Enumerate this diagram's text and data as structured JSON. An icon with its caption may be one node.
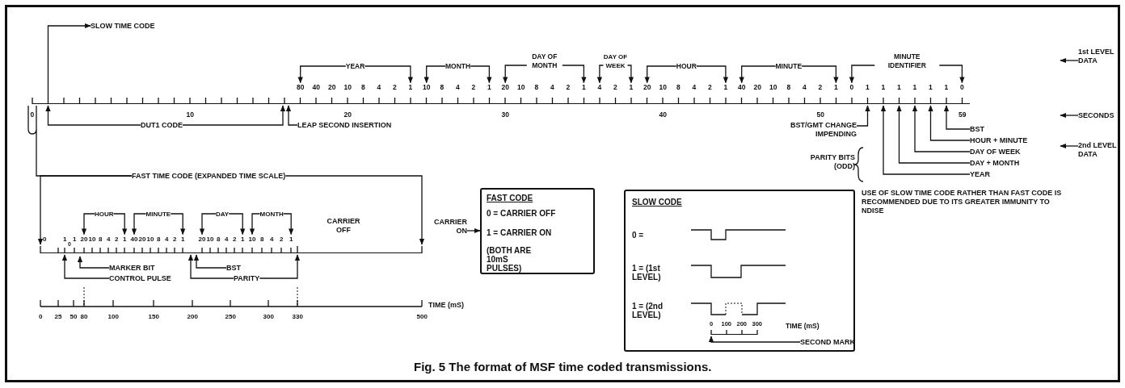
{
  "diagram": {
    "caption": "Fig. 5 The format of MSF time coded transmissions.",
    "nodes": [
      {
        "text": [
          "SLOW TIME CODE"
        ]
      },
      {
        "text": [
          "YEAR"
        ]
      },
      {
        "text": [
          "MONTH"
        ]
      },
      {
        "text": [
          "DAY OF MONTH"
        ]
      },
      {
        "text": [
          "DAY OF WEEK"
        ]
      },
      {
        "text": [
          "HOUR"
        ]
      },
      {
        "text": [
          "MINUTE"
        ]
      },
      {
        "text": [
          "MINUTE IDENTIFIER"
        ]
      },
      {
        "text": [
          "1st LEVEL DATA"
        ]
      },
      {
        "text": [
          "DUT1 CODE"
        ]
      },
      {
        "text": [
          "LEAP SECOND INSERTION"
        ]
      },
      {
        "text": [
          "SECONDS"
        ]
      },
      {
        "text": [
          "BST/GMT CHANGE IMPENDING"
        ]
      },
      {
        "text": [
          "BST"
        ]
      },
      {
        "text": [
          "HOUR + MINUTE"
        ]
      },
      {
        "text": [
          "2nd LEVEL DATA"
        ]
      },
      {
        "text": [
          "DAY OF WEEK"
        ]
      },
      {
        "text": [
          "DAY + MONTH"
        ]
      },
      {
        "text": [
          "YEAR"
        ]
      },
      {
        "text": [
          "FAST TIME CODE (EXPANDED TIME SCALE)"
        ]
      },
      {
        "text": [
          "HOUR"
        ]
      },
      {
        "text": [
          "MINUTE"
        ]
      },
      {
        "text": [
          "DAY"
        ]
      },
      {
        "text": [
          "MONTH"
        ]
      },
      {
        "text": [
          "CARRIER ON"
        ]
      },
      {
        "text": [
          "FAST CODE",
          "0 = CARRIER OFF",
          "1 = CARRIER ON",
          "(BOTH ARE 10mS PULSES)"
        ]
      },
      {
        "text": [
          "SLOW CODE",
          "0 =",
          "1 = (1st LEVEL)",
          "1 = (2nd LEVEL)"
        ]
      },
      {
        "text": [
          "SECOND MARK"
        ],
        "in": 26
      },
      {
        "text": [
          "MARKER BIT"
        ]
      },
      {
        "text": [
          "CONTROL PULSE"
        ]
      },
      {
        "text": [
          "BST"
        ]
      },
      {
        "text": [
          "PARITY"
        ]
      },
      {
        "text": [],
        "shape": "line"
      },
      {
        "text": [],
        "shape": "line"
      },
      {
        "text": [],
        "shape": "line",
        "in": 26
      },
      {
        "text": [
          "80"
        ]
      },
      {
        "text": [
          "1"
        ]
      },
      {
        "text": [
          "10"
        ]
      },
      {
        "text": [
          "1"
        ]
      },
      {
        "text": [
          "20"
        ]
      },
      {
        "text": [
          "1"
        ]
      },
      {
        "text": [
          "4"
        ]
      },
      {
        "text": [
          "1"
        ]
      },
      {
        "text": [
          "20"
        ]
      },
      {
        "text": [
          "1"
        ]
      },
      {
        "text": [
          "40"
        ]
      },
      {
        "text": [
          "1"
        ]
      },
      {
        "text": [
          "0"
        ]
      },
      {
        "text": [
          "0"
        ]
      },
      {
        "text": [
          "20"
        ]
      },
      {
        "text": [
          "1"
        ]
      },
      {
        "text": [
          "40"
        ]
      },
      {
        "text": [
          "1"
        ]
      },
      {
        "text": [
          "20"
        ]
      },
      {
        "text": [
          "1"
        ]
      },
      {
        "text": [
          "10"
        ]
      },
      {
        "text": [
          "1"
        ]
      }
    ],
    "edges": [
      {
        "from": 32,
        "to": 0,
        "arrow": "to"
      },
      {
        "from": 1,
        "to": 35,
        "arrow": "to"
      },
      {
        "from": 1,
        "to": 36,
        "arrow": "to"
      },
      {
        "from": 2,
        "to": 37,
        "arrow": "to"
      },
      {
        "from": 2,
        "to": 38,
        "arrow": "to"
      },
      {
        "from": 3,
        "to": 39,
        "arrow": "to"
      },
      {
        "from": 3,
        "to": 40,
        "arrow": "to"
      },
      {
        "from": 4,
        "to": 41,
        "arrow": "to"
      },
      {
        "from": 4,
        "to": 42,
        "arrow": "to"
      },
      {
        "from": 5,
        "to": 43,
        "arrow": "to"
      },
      {
        "from": 5,
        "to": 44,
        "arrow": "to"
      },
      {
        "from": 6,
        "to": 45,
        "arrow": "to"
      },
      {
        "from": 6,
        "to": 46,
        "arrow": "to"
      },
      {
        "from": 7,
        "to": 47,
        "arrow": "to"
      },
      {
        "from": 7,
        "to": 48,
        "arrow": "to"
      },
      {
        "from": 8,
        "to": null,
        "arrow": "to"
      },
      {
        "from": 9,
        "to": 32,
        "arrow": "to"
      },
      {
        "from": 9,
        "to": 32,
        "arrow": "to"
      },
      {
        "from": 10,
        "to": 32,
        "arrow": "to"
      },
      {
        "from": 11,
        "to": null,
        "arrow": "to"
      },
      {
        "from": 12,
        "to": 32,
        "arrow": "to"
      },
      {
        "from": 13,
        "to": 32,
        "arrow": "to"
      },
      {
        "from": 14,
        "to": 32,
        "arrow": "to"
      },
      {
        "from": 15,
        "to": null,
        "arrow": "to"
      },
      {
        "from": 16,
        "to": 32,
        "arrow": "to"
      },
      {
        "from": 17,
        "to": 32,
        "arrow": "to"
      },
      {
        "from": 18,
        "to": 32,
        "arrow": "to"
      },
      {
        "from": 19,
        "to": 32,
        "arrow": "none"
      },
      {
        "from": 19,
        "to": 33,
        "arrow": "to"
      },
      {
        "from": 19,
        "to": 33,
        "arrow": "to"
      },
      {
        "from": 20,
        "to": 49,
        "arrow": "to"
      },
      {
        "from": 20,
        "to": 50,
        "arrow": "to"
      },
      {
        "from": 21,
        "to": 51,
        "arrow": "to"
      },
      {
        "from": 21,
        "to": 52,
        "arrow": "to"
      },
      {
        "from": 22,
        "to": 53,
        "arrow": "to"
      },
      {
        "from": 22,
        "to": 54,
        "arrow": "to"
      },
      {
        "from": 23,
        "to": 55,
        "arrow": "to"
      },
      {
        "from": 23,
        "to": 56,
        "arrow": "to"
      },
      {
        "from": 24,
        "to": 25,
        "arrow": "to"
      },
      {
        "from": 27,
        "to": 34,
        "arrow": "to"
      },
      {
        "from": 28,
        "to": 33,
        "arrow": "to"
      },
      {
        "from": 29,
        "to": 33,
        "arrow": "to"
      },
      {
        "from": 30,
        "to": 33,
        "arrow": "to"
      },
      {
        "from": 31,
        "to": 33,
        "arrow": "to"
      },
      {
        "from": 31,
        "to": 33,
        "arrow": "to"
      }
    ],
    "labels": [
      "40",
      "20",
      "10",
      "8",
      "4",
      "2",
      "8",
      "4",
      "2",
      "10",
      "8",
      "4",
      "2",
      "2",
      "10",
      "8",
      "4",
      "2",
      "20",
      "10",
      "8",
      "4",
      "2",
      "1",
      "1",
      "1",
      "1",
      "1",
      "1",
      "0",
      "10",
      "20",
      "30",
      "40",
      "50",
      "59",
      "PARITY BITS (ODD)",
      "0",
      "1",
      "1",
      "10",
      "8",
      "4",
      "2",
      "20",
      "10",
      "8",
      "4",
      "2",
      "10",
      "8",
      "4",
      "2",
      "8",
      "4",
      "2",
      "0",
      "CARRIER OFF",
      "0",
      "25",
      "50",
      "80",
      "100",
      "150",
      "200",
      "250",
      "300",
      "330",
      "500",
      "TIME (mS)",
      "USE OF SLOW TIME CODE RATHER THAN FAST CODE IS RECOMMENDED DUE TO ITS GREATER IMMUNITY TO NDISE",
      "0",
      "100",
      "200",
      "300",
      "TIME (mS)"
    ]
  }
}
